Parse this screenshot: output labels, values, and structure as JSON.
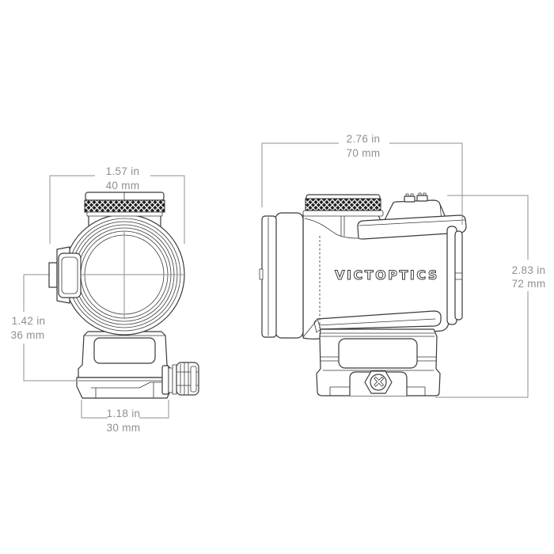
{
  "drawing": {
    "brand_label": "VICTOPTICS",
    "type_note": "red dot sight dimensional diagram, front and side orthographic views"
  },
  "dimensions": {
    "front_width": {
      "inches": "1.57 in",
      "mm": "40 mm"
    },
    "front_center_height": {
      "inches": "1.42 in",
      "mm": "36 mm"
    },
    "front_rail_width": {
      "inches": "1.18 in",
      "mm": "30 mm"
    },
    "side_length": {
      "inches": "2.76 in",
      "mm": "70 mm"
    },
    "side_height": {
      "inches": "2.83 in",
      "mm": "72 mm"
    }
  },
  "colors": {
    "background": "#ffffff",
    "outline": "#3a3a3a",
    "dimension": "#8f8f8f",
    "knurl_dark": "#1f1f1f"
  }
}
